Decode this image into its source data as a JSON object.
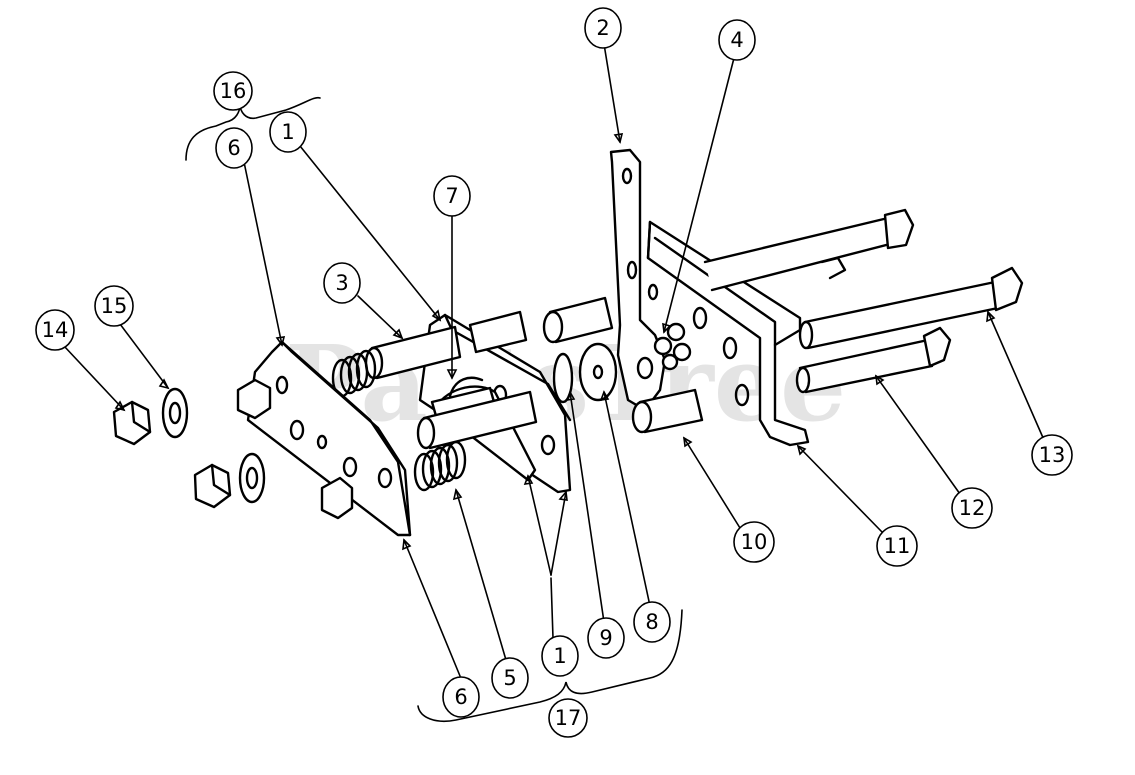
{
  "watermark": "PartsTree",
  "callouts": {
    "c1a": "1",
    "c1b": "1",
    "c2": "2",
    "c3": "3",
    "c4": "4",
    "c5": "5",
    "c6a": "6",
    "c6b": "6",
    "c7": "7",
    "c8": "8",
    "c9": "9",
    "c10": "10",
    "c11": "11",
    "c12": "12",
    "c13": "13",
    "c14": "14",
    "c15": "15",
    "c16": "16",
    "c17": "17"
  },
  "colors": {
    "ink": "#000000",
    "paper": "#ffffff",
    "watermark": "#cfcfcf"
  }
}
